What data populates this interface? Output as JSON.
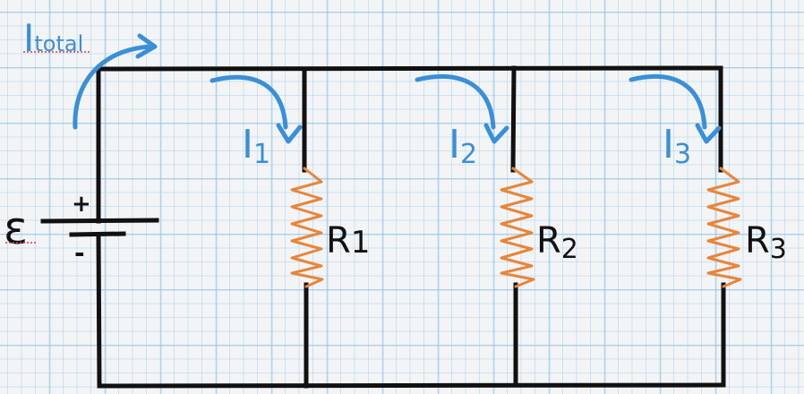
{
  "diagram": {
    "title": "Parallel resistor circuit",
    "colors": {
      "wire": "#111111",
      "resistor": "#e8863a",
      "current_arrow": "#3a8fd9",
      "grid": "#8cc3e6",
      "spellcheck_underline": "#e03a3a"
    },
    "source": {
      "label": "ε",
      "plus_sign": "+",
      "minus_sign": "-"
    },
    "total_current": {
      "symbol": "I",
      "subscript": "total"
    },
    "branches": [
      {
        "current_symbol": "I",
        "current_subscript": "1",
        "resistor_symbol": "R",
        "resistor_subscript": "1"
      },
      {
        "current_symbol": "I",
        "current_subscript": "2",
        "resistor_symbol": "R",
        "resistor_subscript": "2"
      },
      {
        "current_symbol": "I",
        "current_subscript": "3",
        "resistor_symbol": "R",
        "resistor_subscript": "3"
      }
    ]
  }
}
